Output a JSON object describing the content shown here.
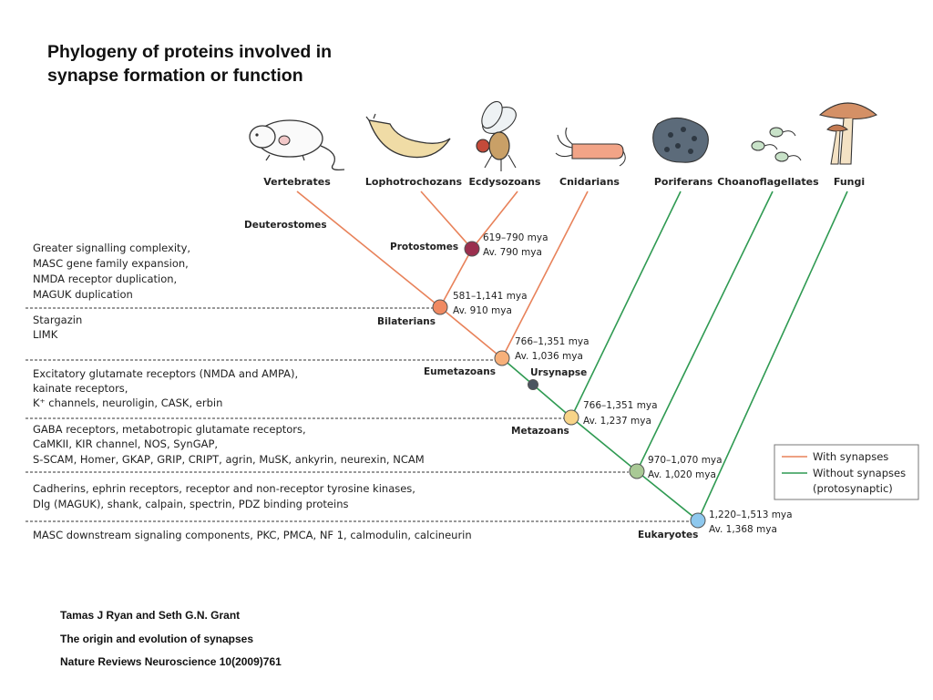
{
  "title_line1": "Phylogeny of proteins involved in",
  "title_line2": "synapse formation or function",
  "colors": {
    "with_synapses": "#e8825a",
    "without_synapses": "#2f9a52"
  },
  "taxa": [
    "Vertebrates",
    "Lophotrochozans",
    "Ecdysozoans",
    "Cnidarians",
    "Poriferans",
    "Choanoflagellates",
    "Fungi"
  ],
  "organism_icons": [
    "mouse-icon",
    "slug-icon",
    "fly-icon",
    "cnidarian-icon",
    "sponge-icon",
    "choanoflagellate-icon",
    "mushroom-icon"
  ],
  "node_labels": {
    "deuterostomes": "Deuterostomes",
    "protostomes": "Protostomes",
    "bilaterians": "Bilaterians",
    "eumetazoans": "Eumetazoans",
    "ursynapse": "Ursynapse",
    "metazoans": "Metazoans",
    "eukaryotes": "Eukaryotes"
  },
  "node_dates": {
    "protostomes": [
      "619–790 mya",
      "Av. 790 mya"
    ],
    "bilaterians": [
      "581–1,141 mya",
      "Av. 910 mya"
    ],
    "eumetazoans": [
      "766–1,351 mya",
      "Av. 1,036 mya"
    ],
    "metazoans": [
      "766–1,351 mya",
      "Av. 1,237 mya"
    ],
    "opisthokont": [
      "970–1,070 mya",
      "Av. 1,020 mya"
    ],
    "eukaryotes": [
      "1,220–1,513 mya",
      "Av. 1,368 mya"
    ]
  },
  "node_colors": {
    "protostomes": "#9b2f4e",
    "bilaterians": "#f08a62",
    "eumetazoans": "#f7b07a",
    "ursynapse": "#4b5560",
    "metazoans": "#f8d488",
    "opisthokont": "#a9c995",
    "eukaryotes": "#8ec8ee"
  },
  "traits": [
    [
      "Greater signalling complexity,",
      "MASC gene family expansion,",
      "NMDA receptor duplication,",
      "MAGUK duplication"
    ],
    [
      "Stargazin",
      "LIMK"
    ],
    [
      "Excitatory glutamate receptors (NMDA and AMPA),",
      "kainate receptors,",
      "K⁺ channels, neuroligin, CASK, erbin"
    ],
    [
      "GABA receptors, metabotropic glutamate receptors,",
      "CaMKII, KIR channel, NOS, SynGAP,",
      "S-SCAM, Homer, GKAP, GRIP, CRIPT, agrin, MuSK, ankyrin, neurexin, NCAM"
    ],
    [
      "Cadherins, ephrin receptors, receptor and non-receptor tyrosine kinases,",
      "Dlg (MAGUK), shank, calpain, spectrin, PDZ binding proteins"
    ],
    [
      "MASC downstream signaling components, PKC, PMCA, NF 1, calmodulin, calcineurin"
    ]
  ],
  "legend": {
    "with": "With synapses",
    "without": "Without synapses",
    "without_note": "(protosynaptic)"
  },
  "citation": {
    "authors": "Tamas J Ryan and Seth G.N. Grant",
    "article": "The origin and evolution of synapses",
    "journal": "Nature Reviews Neuroscience 10(2009)761"
  }
}
